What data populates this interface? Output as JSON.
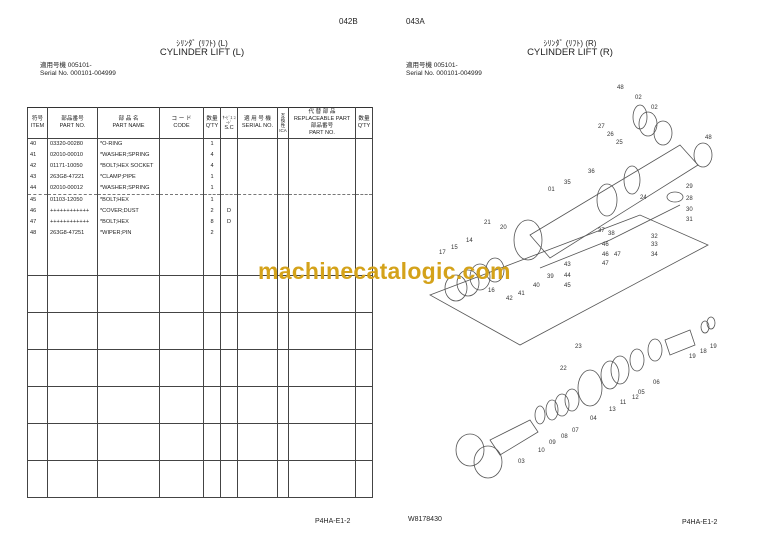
{
  "header": {
    "left_page_code": "042B",
    "right_page_code": "043A",
    "left_title_jp": "ｼﾘﾝﾀﾞ (ﾘﾌﾄ) (L)",
    "left_title_en": "CYLINDER LIFT (L)",
    "right_title_jp": "ｼﾘﾝﾀﾞ (ﾘﾌﾄ) (R)",
    "right_title_en": "CYLINDER LIFT (R)",
    "left_serial_jp": "適用号機  005101-",
    "left_serial_en": "Serial  No.  000101-004999",
    "right_serial_jp": "適用号機  005101-",
    "right_serial_en": "Serial  No.  000101-004999"
  },
  "table": {
    "headers": {
      "item_jp": "符号",
      "item": "ITEM",
      "part_no_jp": "部品番号",
      "part_no": "PART NO.",
      "part_name_jp": "部 品 名",
      "part_name": "PART NAME",
      "code_jp": "コ ー ド",
      "code": "CODE",
      "qty_jp": "数量",
      "qty": "Q'TY",
      "sc_jp": "ｻｰﾋﾞｽ ｺｰﾄﾞ",
      "sc": "S.C",
      "serial_jp": "適 用 号 機",
      "serial": "SERIAL NO.",
      "ica_jp": "互換性",
      "ica": "ICA",
      "replaceable_jp": "代 替 部 品",
      "replaceable": "REPLACEABLE PART",
      "rep_part_no_jp": "部品番号",
      "rep_part_no": "PART NO.",
      "rep_qty_jp": "数量",
      "rep_qty": "Q'TY"
    },
    "rows": [
      {
        "item": "40",
        "part_no": "03320-00280",
        "name": "*O-RING",
        "qty": "1",
        "sc": ""
      },
      {
        "item": "41",
        "part_no": "02010-00010",
        "name": "*WASHER;SPRING",
        "qty": "4",
        "sc": ""
      },
      {
        "item": "42",
        "part_no": "01171-10050",
        "name": "*BOLT;HEX SOCKET",
        "qty": "4",
        "sc": ""
      },
      {
        "item": "43",
        "part_no": "263G8-47221",
        "name": "*CLAMP;PIPE",
        "qty": "1",
        "sc": ""
      },
      {
        "item": "44",
        "part_no": "02010-00012",
        "name": "*WASHER;SPRING",
        "qty": "1",
        "sc": ""
      },
      {
        "item": "45",
        "part_no": "01103-12050",
        "name": "*BOLT;HEX",
        "qty": "1",
        "sc": ""
      },
      {
        "item": "46",
        "part_no": "++++++++++++",
        "name": "*COVER;DUST",
        "qty": "2",
        "sc": "D"
      },
      {
        "item": "47",
        "part_no": "++++++++++++",
        "name": "*BOLT;HEX",
        "qty": "8",
        "sc": "D"
      },
      {
        "item": "48",
        "part_no": "263G8-47251",
        "name": "*WIPER;PIN",
        "qty": "2",
        "sc": ""
      }
    ]
  },
  "diagram": {
    "callouts": [
      "48",
      "02",
      "02",
      "48",
      "27",
      "26",
      "25",
      "36",
      "35",
      "01",
      "29",
      "28",
      "24",
      "30",
      "31",
      "37",
      "38",
      "32",
      "33",
      "34",
      "46",
      "46",
      "47",
      "47",
      "21",
      "20",
      "14",
      "15",
      "17",
      "43",
      "44",
      "45",
      "39",
      "40",
      "16",
      "41",
      "42",
      "23",
      "22",
      "19",
      "18",
      "19",
      "06",
      "05",
      "12",
      "11",
      "13",
      "04",
      "07",
      "08",
      "09",
      "10",
      "03"
    ],
    "watermark": "machinecatalogic.com",
    "colors": {
      "watermark": "#d4a21a"
    }
  },
  "footer": {
    "left_page_id": "P4HA-E1-2",
    "drawing_no": "W8178430",
    "right_page_id": "P4HA-E1-2"
  }
}
